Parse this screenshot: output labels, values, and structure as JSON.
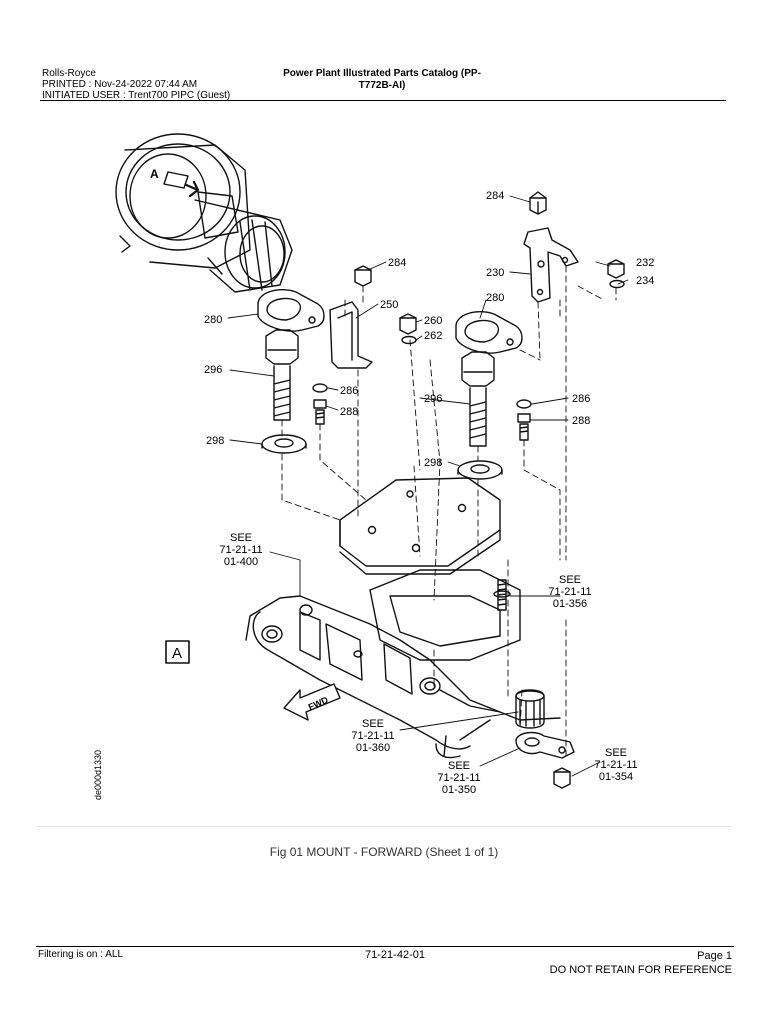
{
  "header": {
    "company": "Rolls-Royce",
    "printed": "PRINTED : Nov-24-2022 07:44 AM",
    "user": "INITIATED USER : Trent700 PIPC (Guest)",
    "title_line1": "Power Plant Illustrated Parts Catalog (PP-",
    "title_line2": "T772B-AI)"
  },
  "figure": {
    "view_letter_detail": "A",
    "view_box_label": "A",
    "fwd_label": "FWD",
    "drawing_id": "de000d1330",
    "callouts": {
      "c284a": "284",
      "c284b": "284",
      "c232": "232",
      "c234": "234",
      "c230": "230",
      "c280a": "280",
      "c280b": "280",
      "c250": "250",
      "c260": "260",
      "c262": "262",
      "c296a": "296",
      "c296b": "296",
      "c286a": "286",
      "c286b": "286",
      "c288a": "288",
      "c288b": "288",
      "c298a": "298",
      "c298b": "298"
    },
    "refs": {
      "r400": [
        "SEE",
        "71-21-11",
        "01-400"
      ],
      "r356": [
        "SEE",
        "71-21-11",
        "01-356"
      ],
      "r360": [
        "SEE",
        "71-21-11",
        "01-360"
      ],
      "r350": [
        "SEE",
        "71-21-11",
        "01-350"
      ],
      "r354": [
        "SEE",
        "71-21-11",
        "01-354"
      ]
    },
    "caption": "Fig 01 MOUNT - FORWARD (Sheet 1 of 1)"
  },
  "footer": {
    "filter": "Filtering is on : ALL",
    "doc_ref": "71-21-42-01",
    "page": "Page  1",
    "notice": "DO NOT RETAIN FOR REFERENCE"
  }
}
